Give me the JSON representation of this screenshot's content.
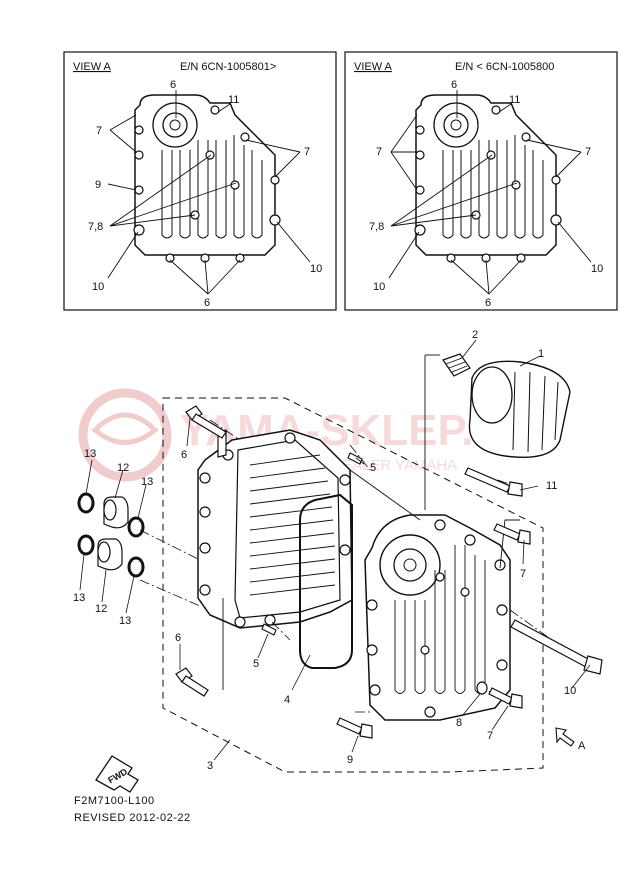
{
  "watermark": {
    "brand": "YAMA-SKLEP.PL",
    "tagline": "AUTORYZOWANY DEALER YAMAHA",
    "color": "#e8a0a0"
  },
  "views": [
    {
      "view_label": "VIEW A",
      "en_label": "E/N 6CN-1005801>",
      "callouts": {
        "top6": "6",
        "eleven": "11",
        "sevenLeft": "7",
        "sevenRight": "7",
        "nine": "9",
        "sevenEight": "7,8",
        "tenLeft": "10",
        "tenRight": "10",
        "bottom6": "6"
      }
    },
    {
      "view_label": "VIEW A",
      "en_label": "E/N < 6CN-1005800",
      "callouts": {
        "top6": "6",
        "eleven": "11",
        "sevenLeft": "7",
        "sevenRight": "7",
        "sevenEight": "7,8",
        "tenLeft": "10",
        "tenRight": "10",
        "bottom6": "6"
      }
    }
  ],
  "parts": {
    "p1": "1",
    "p2": "2",
    "p3": "3",
    "p4": "4",
    "p5a": "5",
    "p5b": "5",
    "p6a": "6",
    "p6b": "6",
    "p7a": "7",
    "p7b": "7",
    "p8": "8",
    "p9": "9",
    "p10": "10",
    "p11": "11",
    "p12a": "12",
    "p12b": "12",
    "p13a": "13",
    "p13b": "13",
    "p13c": "13",
    "p13d": "13",
    "arrowA": "A",
    "fwd": "FWD"
  },
  "footer": {
    "code": "F2M7100-L100",
    "revised": "REVISED 2012-02-22"
  }
}
